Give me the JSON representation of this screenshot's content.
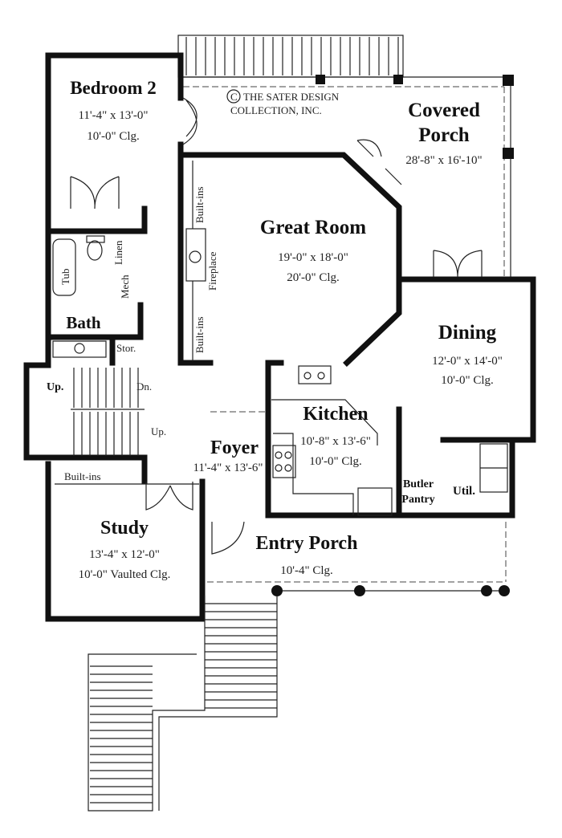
{
  "copyright": {
    "line1": "THE SATER DESIGN",
    "line2": "COLLECTION, INC.",
    "symbol": "C"
  },
  "rooms": {
    "bedroom2": {
      "name": "Bedroom 2",
      "size": "11'-4\" x 13'-0\"",
      "ceiling": "10'-0\"  Clg."
    },
    "covered_porch": {
      "name_line1": "Covered",
      "name_line2": "Porch",
      "size": "28'-8\" x 16'-10\""
    },
    "great_room": {
      "name": "Great Room",
      "size": "19'-0\" x 18'-0\"",
      "ceiling": "20'-0\" Clg."
    },
    "dining": {
      "name": "Dining",
      "size": "12'-0\" x 14'-0\"",
      "ceiling": "10'-0\"  Clg."
    },
    "kitchen": {
      "name": "Kitchen",
      "size": "10'-8\" x 13'-6\"",
      "ceiling": "10'-0\" Clg."
    },
    "foyer": {
      "name": "Foyer",
      "size": "11'-4\" x 13'-6\""
    },
    "study": {
      "name": "Study",
      "size": "13'-4\" x 12'-0\"",
      "ceiling": "10'-0\" Vaulted Clg."
    },
    "entry_porch": {
      "name": "Entry Porch",
      "ceiling": "10'-4\" Clg."
    },
    "bath": {
      "name": "Bath"
    },
    "butler_pantry": {
      "line1": "Butler",
      "line2": "Pantry"
    },
    "util": {
      "name": "Util."
    }
  },
  "labels": {
    "tub": "Tub",
    "linen": "Linen",
    "mech": "Mech",
    "stor": "Stor.",
    "fireplace": "Fireplace",
    "builtins_upper": "Built-ins",
    "builtins_lower": "Built-ins",
    "builtins_study": "Built-ins",
    "up_left": "Up.",
    "dn": "Dn.",
    "up_right": "Up."
  }
}
